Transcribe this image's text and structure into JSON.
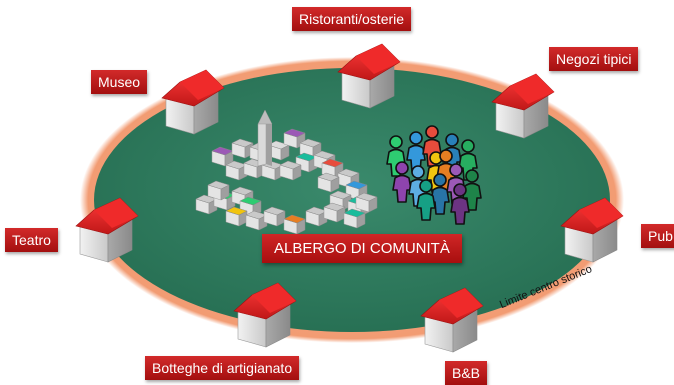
{
  "center_label": "ALBERGO DI COMUNITÀ",
  "boundary_label": "Limite centro storico",
  "places": [
    {
      "id": "ristoranti",
      "label": "Ristoranti/osterie"
    },
    {
      "id": "negozi",
      "label": "Negozi tipici"
    },
    {
      "id": "museo",
      "label": "Museo"
    },
    {
      "id": "teatro",
      "label": "Teatro"
    },
    {
      "id": "pub",
      "label": "Pub"
    },
    {
      "id": "botteghe",
      "label": "Botteghe di artigianato"
    },
    {
      "id": "bnb",
      "label": "B&B"
    }
  ],
  "colors": {
    "area": "#2e7a5e",
    "halo": "#f08a5a",
    "roof": "#e0252b",
    "label_bg": "#b81818"
  },
  "icons": [
    "house-icon",
    "village-icon",
    "people-group-icon"
  ]
}
